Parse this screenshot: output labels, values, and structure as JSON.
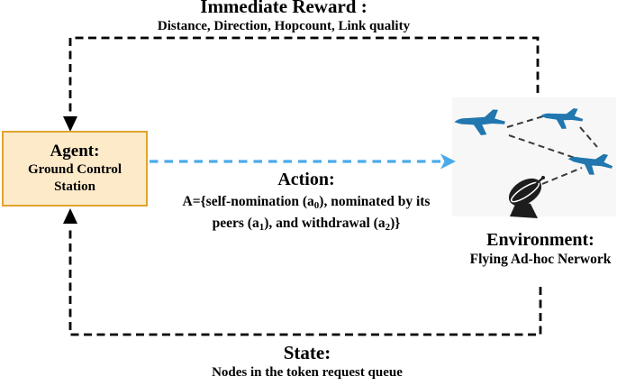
{
  "colors": {
    "box_fill": "#fdeac9",
    "box_border": "#dfa52e",
    "arrow_blue": "#4aaae9",
    "loop_dash": "#000000",
    "link_dash": "#3a3a3a",
    "plane_color": "#2177ae",
    "dish_color": "#1d1d1d",
    "backdrop": "#f7f7f7"
  },
  "reward": {
    "title": "Immediate Reward :",
    "subtitle": "Distance, Direction, Hopcount, Link quality"
  },
  "agent": {
    "title": "Agent:",
    "subtitle": "Ground Control Station"
  },
  "action": {
    "title": "Action:",
    "line1": [
      "A={self-nomination (a",
      "0",
      "), nominated by its"
    ],
    "line2": [
      "peers (a",
      "1",
      "), and withdrawal (a",
      "2",
      ")}"
    ]
  },
  "environment": {
    "title": "Environment:",
    "subtitle": "Flying Ad-hoc Nerwork"
  },
  "state": {
    "title": "State:",
    "subtitle": "Nodes in the token request queue"
  },
  "icons": {
    "network_nodes": "airplane-icon",
    "ground_node": "satellite-dish-icon"
  }
}
